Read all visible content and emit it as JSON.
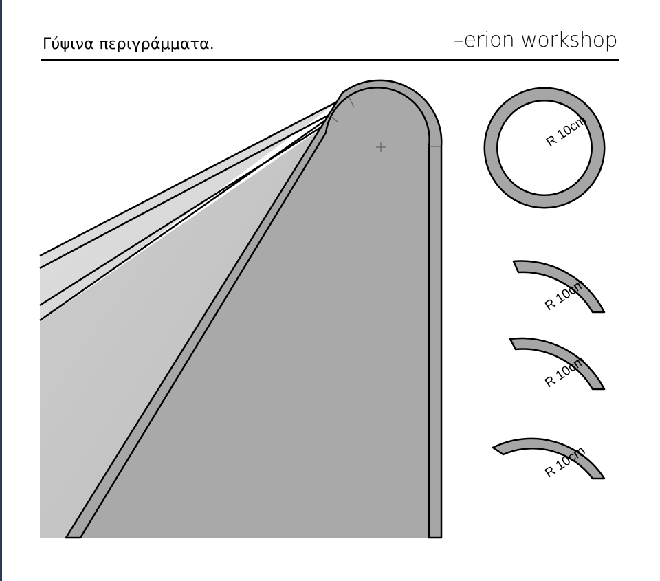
{
  "header": {
    "title": "Γύψινα περιγράμματα.",
    "brand": "–erion workshop"
  },
  "annotations": {
    "circle_label": "R 10cm",
    "arc1_label": "R 10cm",
    "arc2_label": "R 10cm",
    "arc3_label": "R 10cm"
  },
  "colors": {
    "molding_fill": "#a6a6a6",
    "wall_fill": "#a9a9a9",
    "light_panel_fill": "#c4c4c4",
    "lighter_panel_fill": "#dadada",
    "stroke": "#000000"
  }
}
